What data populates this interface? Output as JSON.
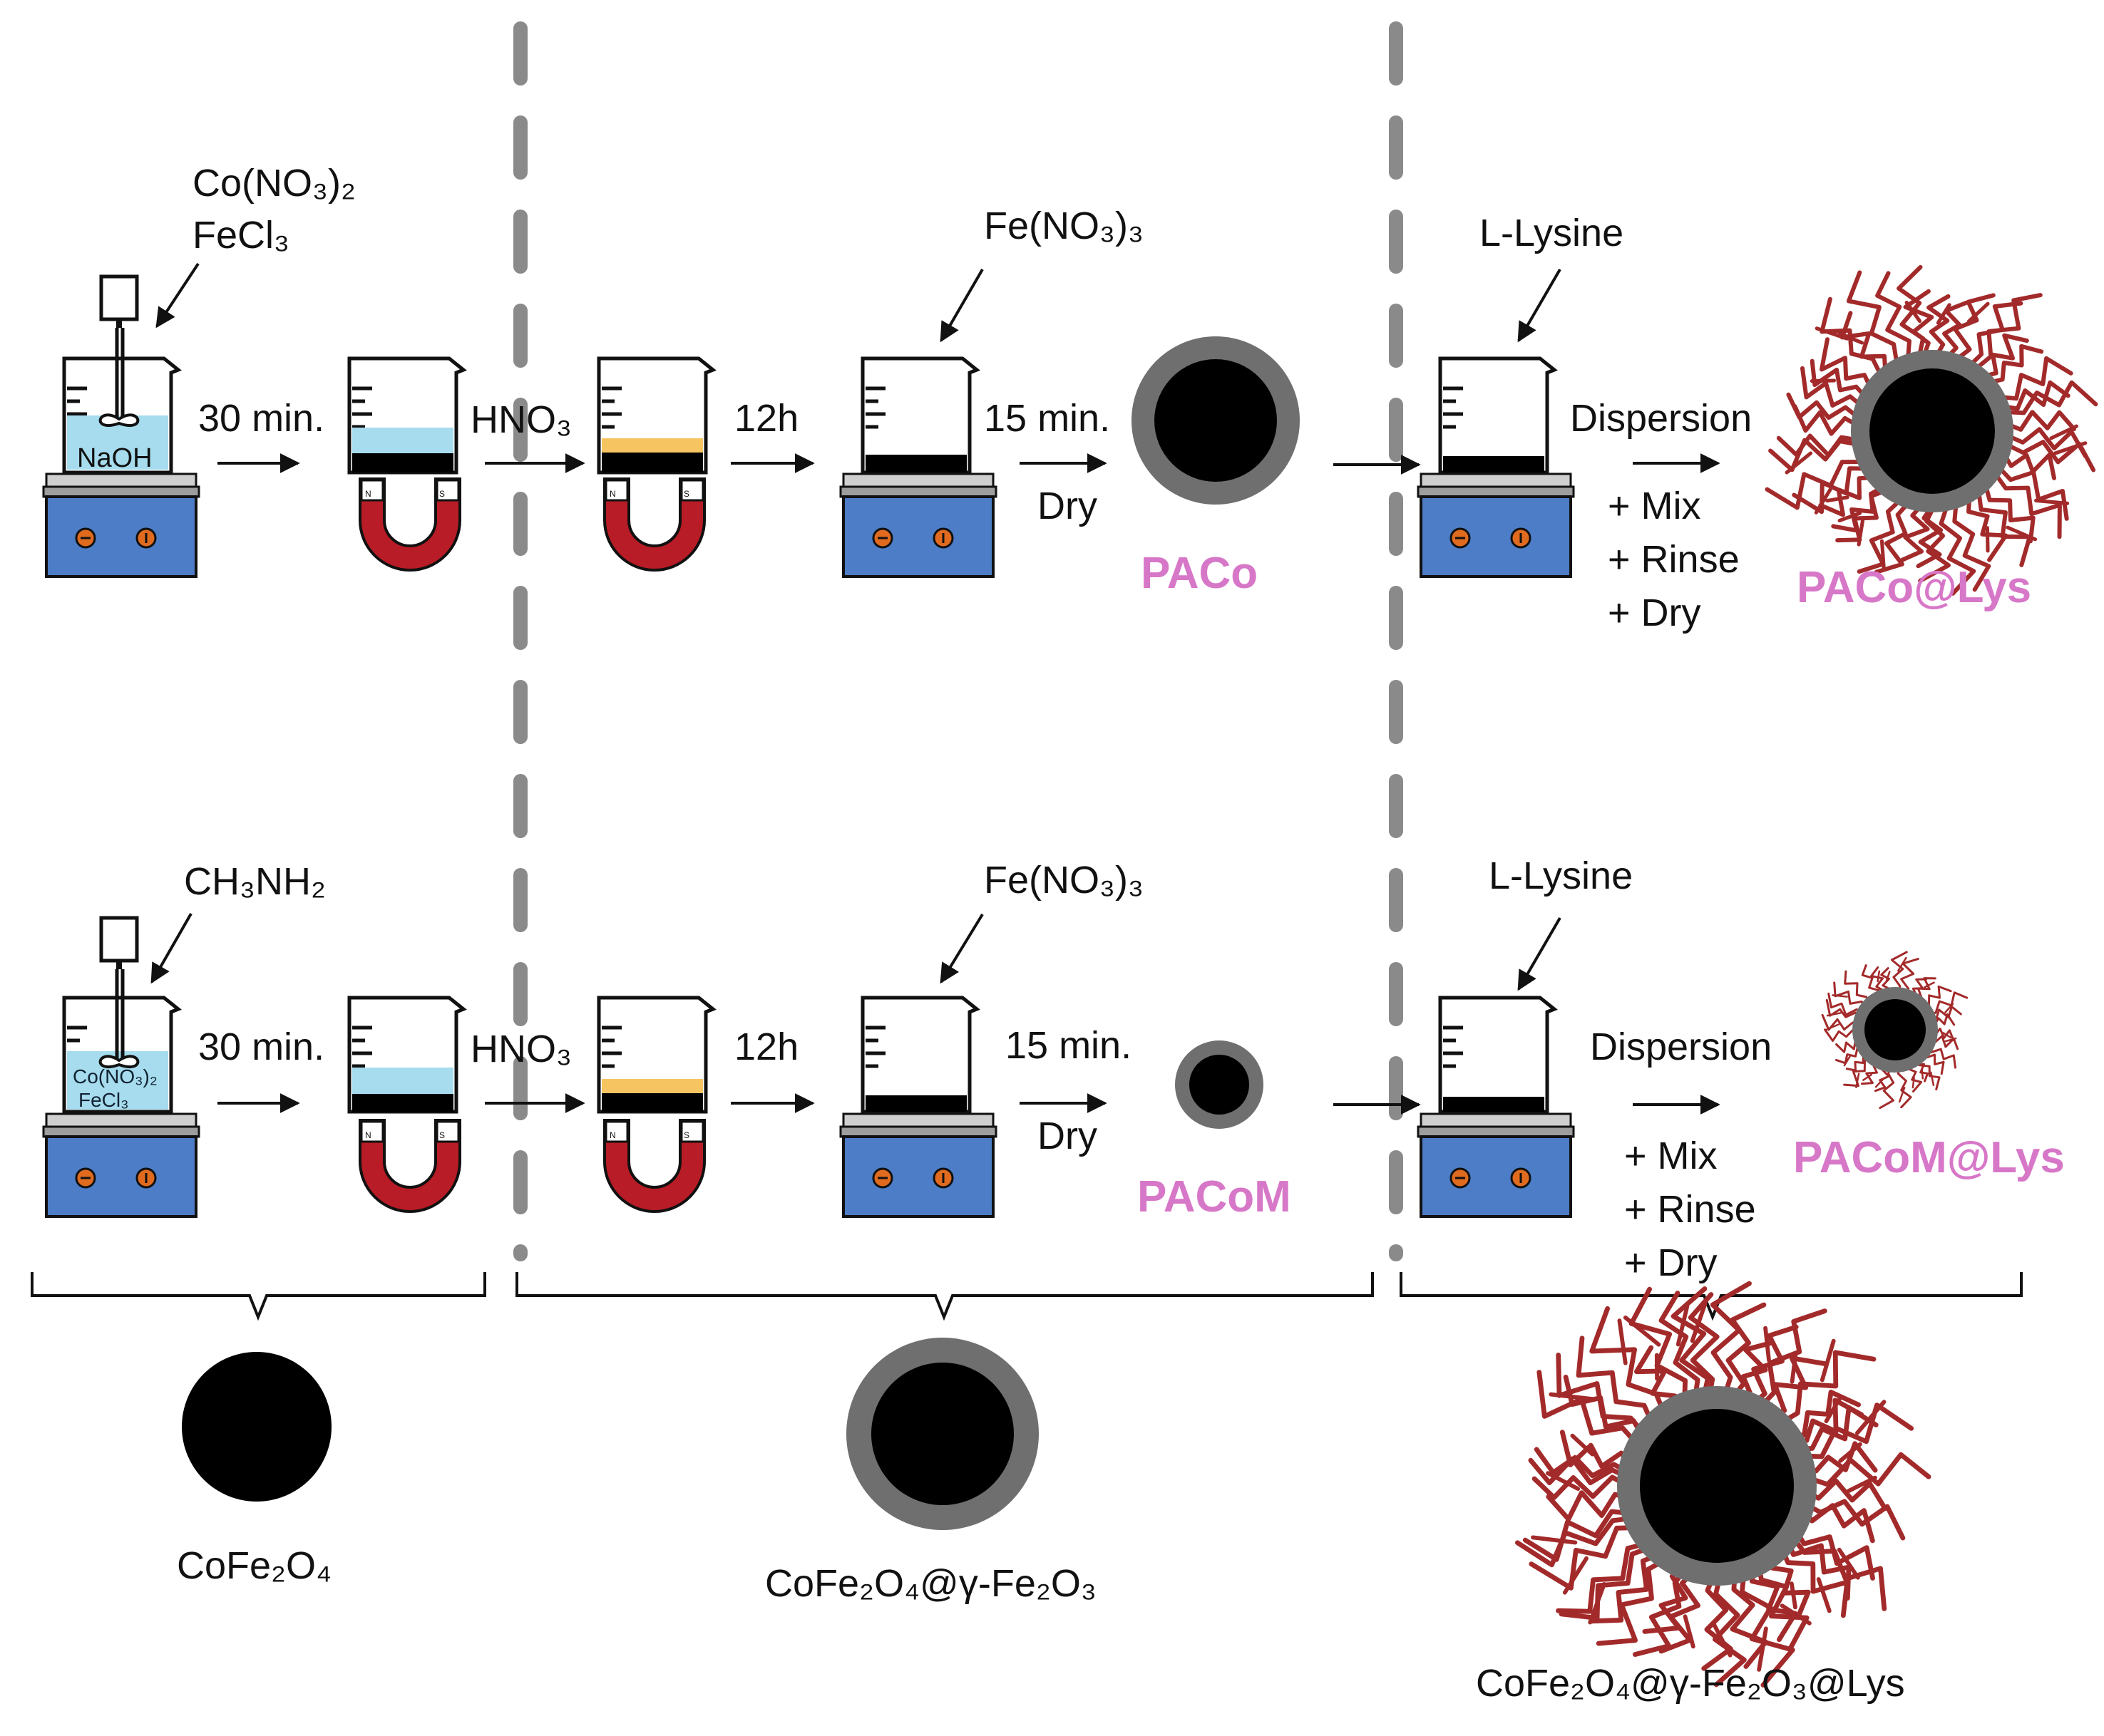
{
  "colors": {
    "hotplate": "#4d7dc6",
    "liquid_blue": "#a6dced",
    "liquid_orange": "#f6c561",
    "magnet": "#b81c26",
    "shell": "#6f6f6f",
    "core": "#000000",
    "lysine": "#a32a2a",
    "product_label": "#d777c8",
    "divider": "#8a8a8a"
  },
  "row1": {
    "reagent1": "Co(NO₃)₂",
    "reagent2": "FeCl₃",
    "beaker_text": "NaOH",
    "step1": "30 min.",
    "hno3_label": "HNO₃",
    "step3": "12h",
    "fe_reagent": "Fe(NO₃)₃",
    "step4_a": "15 min.",
    "step4_b": "Dry",
    "product": "PACo",
    "lysine": "L-Lysine",
    "disp": "Dispersion",
    "mix": "+ Mix",
    "rinse": "+ Rinse",
    "dry": "+ Dry",
    "final": "PACo@Lys"
  },
  "row2": {
    "reagent1": "CH₃NH₂",
    "beaker_text1": "Co(NO₃)₂",
    "beaker_text2": "FeCl₃",
    "step1": "30 min.",
    "hno3_label": "HNO₃",
    "step3": "12h",
    "fe_reagent": "Fe(NO₃)₃",
    "step4_a": "15 min.",
    "step4_b": "Dry",
    "product": "PACoM",
    "lysine": "L-Lysine",
    "disp": "Dispersion",
    "mix": "+ Mix",
    "rinse": "+ Rinse",
    "dry": "+ Dry",
    "final": "PACoM@Lys"
  },
  "bottom": {
    "label1": "CoFe₂O₄",
    "label2": "CoFe₂O₄@γ-Fe₂O₃",
    "label3": "CoFe₂O₄@γ-Fe₂O₃@Lys"
  },
  "magnet_poles": {
    "n": "N",
    "s": "S"
  },
  "icons": [
    "hotplate-stirrer-icon",
    "beaker-icon",
    "magnet-icon",
    "stirrer-icon"
  ]
}
